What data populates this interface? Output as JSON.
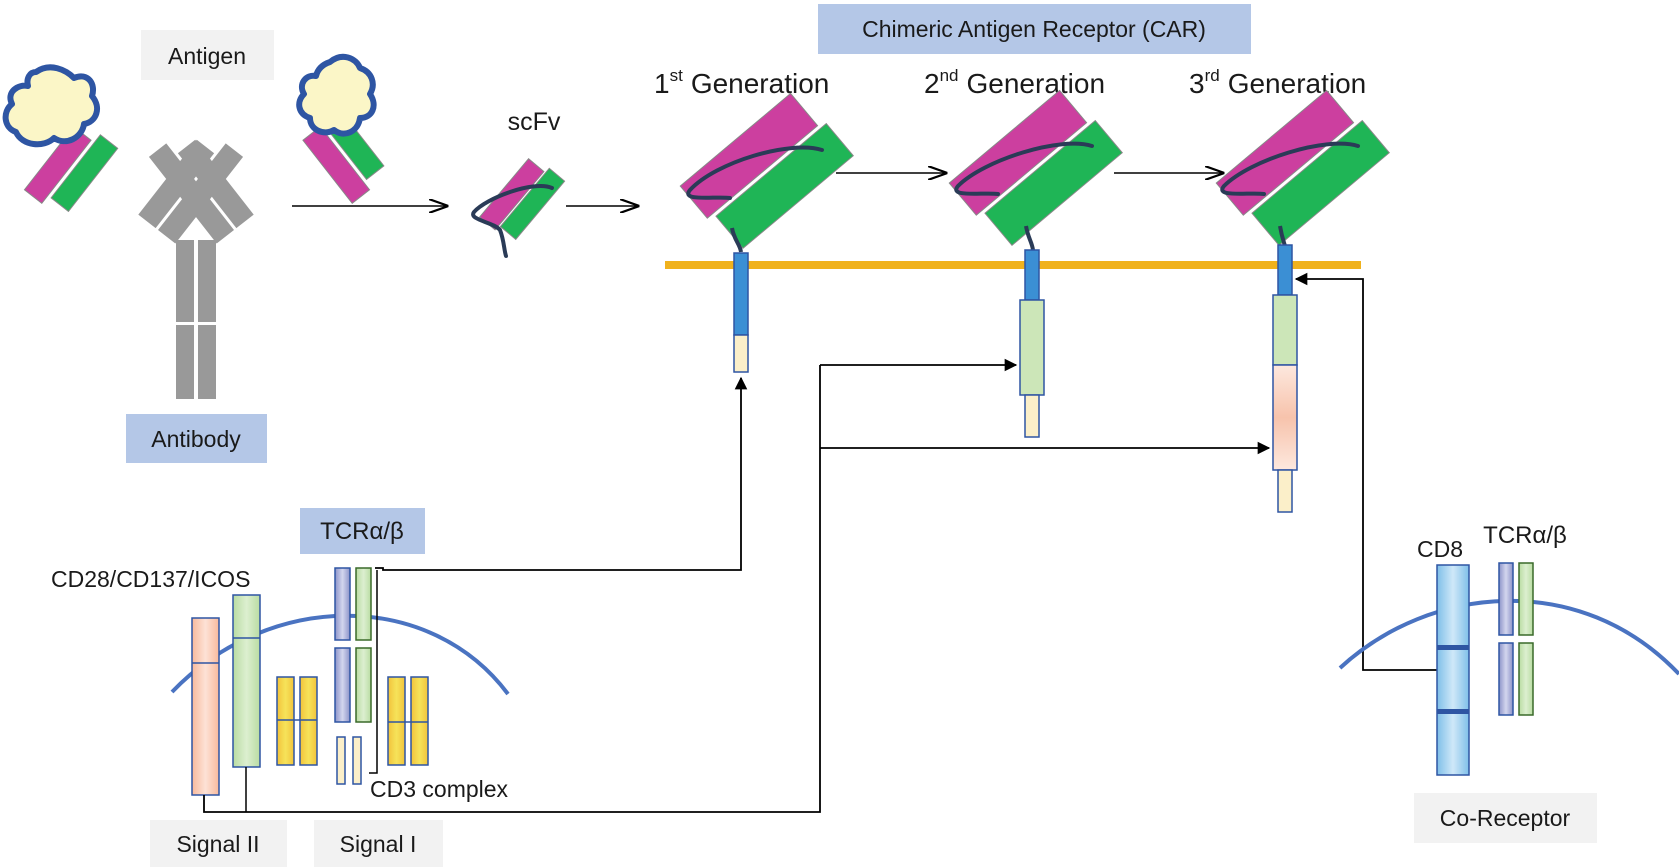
{
  "labels": {
    "antigen": "Antigen",
    "antibody": "Antibody",
    "scfv": "scFv",
    "car_title": "Chimeric Antigen Receptor (CAR)",
    "gen1_num": "1",
    "gen1_sup": "st",
    "gen1_word": "Generation",
    "gen2_num": "2",
    "gen2_sup": "nd",
    "gen2_word": "Generation",
    "gen3_num": "3",
    "gen3_sup": "rd",
    "gen3_word": "Generation",
    "costim": "CD28/CD137/ICOS",
    "tcr_left": "TCRα/β",
    "cd3_complex": "CD3 complex",
    "signal_2": "Signal II",
    "signal_1": "Signal I",
    "cd8": "CD8",
    "tcr_right": "TCRα/β",
    "co_receptor": "Co-Receptor"
  },
  "colors": {
    "heavy_chain": "#999999",
    "vh_domain": "#cc3f9f",
    "vl_domain": "#1fb556",
    "antigen_fill": "#fbf6c7",
    "antigen_edge": "#2e55a3",
    "membrane_bar": "#f0b21d",
    "transmembrane": "#3b8fd4",
    "cd3_zeta": "#fbefc9",
    "costim_domain": "#cce6b8",
    "costim_peach": "#f6c9b6",
    "cell_membrane": "#4a73c1",
    "label_blue_box": "#b4c7e7",
    "label_gray_box": "#f2f2f2",
    "cd3_yellow": "#f0e04a",
    "tcr_purple": "#a9aed6",
    "cd8_blue": "#9fcdee",
    "arrow": "#000000"
  }
}
